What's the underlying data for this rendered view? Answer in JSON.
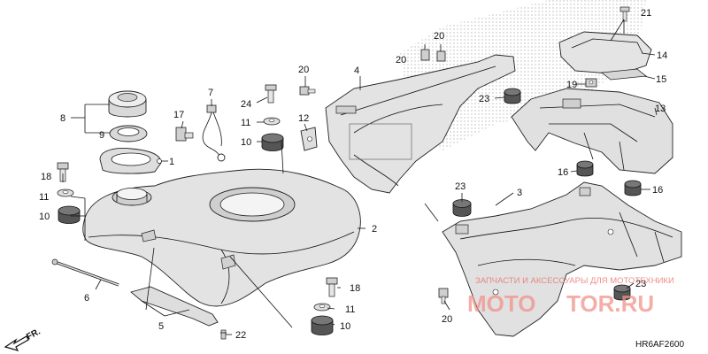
{
  "diagram": {
    "callout_color": "#111111",
    "part_color": "#e3e3e3",
    "part_shade": "#bdbdbd",
    "callouts": [
      "1",
      "2",
      "3",
      "4",
      "5",
      "6",
      "7",
      "8",
      "9",
      "10",
      "11",
      "12",
      "13",
      "14",
      "15",
      "16",
      "17",
      "18",
      "19",
      "20",
      "21",
      "22",
      "23",
      "24"
    ]
  },
  "direction_label": "FR.",
  "diagram_code": "HR6AF2600",
  "watermark": {
    "caption": "ЗАПЧАСТИ И АКСЕССУАРЫ ДЛЯ МОТОТЕХНИКИ",
    "brand_left": "MOTO",
    "brand_right": "TOR.RU",
    "color": "#f08a80"
  }
}
